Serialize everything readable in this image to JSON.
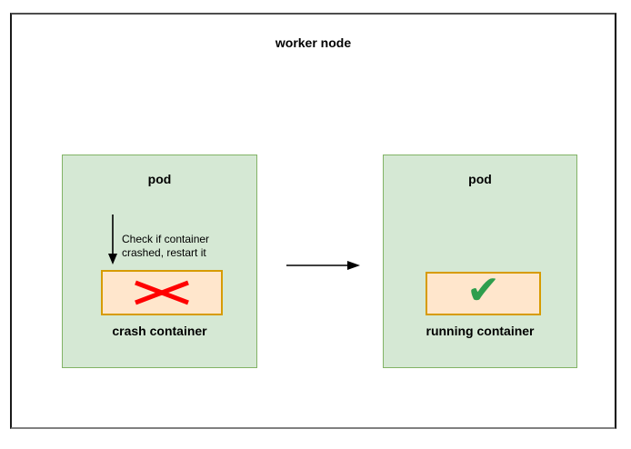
{
  "diagram": {
    "title": "worker node",
    "left_pod": {
      "label": "pod",
      "annotation_lines": [
        "Check if container",
        "crashed, restart it"
      ],
      "container_label": "crash container",
      "status_icon": "red-x-icon"
    },
    "right_pod": {
      "label": "pod",
      "container_label": "running container",
      "status_icon": "green-check-icon",
      "check_glyph": "✔"
    },
    "flow": "crash pod restarts into running pod"
  },
  "colors": {
    "pod_fill": "#d5e8d4",
    "pod_border": "#82b366",
    "container_fill": "#ffe6cc",
    "container_border": "#d79b00",
    "crash_mark": "#ff0000",
    "check_mark": "#2e9e4d",
    "arrow": "#000000"
  }
}
